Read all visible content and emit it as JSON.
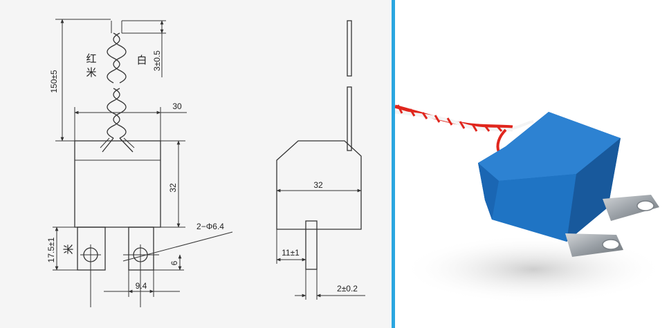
{
  "drawing": {
    "dim_lead_length": "150±5",
    "dim_strip": "3±0.5",
    "label_red": "红",
    "label_white": "白",
    "label_rice_top": "米",
    "label_rice_side": "米",
    "dim_width_top": "30",
    "dim_height": "32",
    "dim_holes": "2−Φ6.4",
    "dim_terminal_height": "17.5±1",
    "dim_hole_offset": "6",
    "dim_pitch": "9.4",
    "dim_side_width": "32",
    "dim_pin_length": "11±1",
    "dim_pin_thickness": "2±0.2"
  },
  "colors": {
    "divider": "#2aa6e0",
    "housing_blue": "#1f74c4",
    "wire_red": "#e0261d",
    "terminal_metal": "#9aa0a6"
  }
}
